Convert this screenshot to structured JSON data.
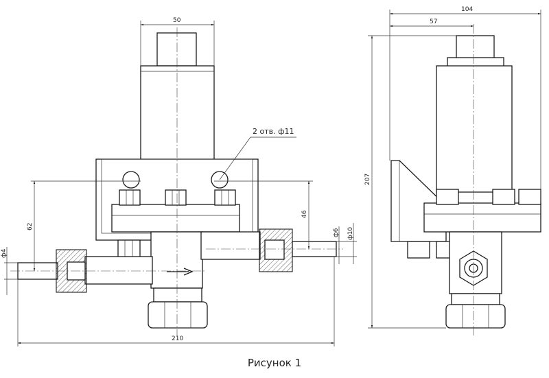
{
  "figure": {
    "caption": "Рисунок 1"
  },
  "dimensions": {
    "front_top_width": "50",
    "front_overall_width": "210",
    "front_height_left": "62",
    "front_height_right": "46",
    "front_pipe_dia_left": "ф4",
    "front_pipe_dia_inner": "ф6",
    "front_pipe_dia_outer": "ф10",
    "side_overall_width": "104",
    "side_partial_width": "57",
    "side_overall_height": "207"
  },
  "callouts": {
    "holes_note": "2 отв. ф11"
  },
  "flow_arrow": "arrow-right-icon"
}
